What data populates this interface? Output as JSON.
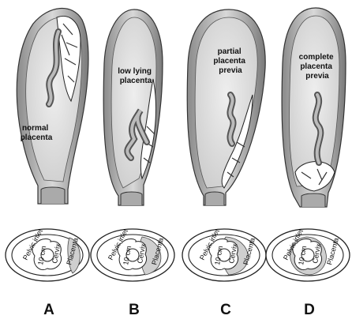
{
  "panels": [
    {
      "letter": "A",
      "uterus_label_lines": [
        "normal",
        "placenta"
      ],
      "ring_labels": {
        "inlet": "Pelvic inlet",
        "cm": "10 cm",
        "cervix": "Cervix",
        "placenta": "Placenta"
      }
    },
    {
      "letter": "B",
      "uterus_label_lines": [
        "low lying",
        "placenta"
      ],
      "ring_labels": {
        "inlet": "Pelvic inlet",
        "cm": "10 cm",
        "cervix": "Cervix",
        "placenta": "Placenta"
      }
    },
    {
      "letter": "C",
      "uterus_label_lines": [
        "partial",
        "placenta",
        "previa"
      ],
      "ring_labels": {
        "inlet": "Pelvic inlet",
        "cm": "10 cm",
        "cervix": "Cervix",
        "placenta": "Placenta"
      }
    },
    {
      "letter": "D",
      "uterus_label_lines": [
        "complete",
        "placenta",
        "previa"
      ],
      "ring_labels": {
        "inlet": "Pelvic inlet",
        "cm": "10 cm",
        "cervix": "Cervix",
        "placenta": "Placenta"
      }
    }
  ]
}
